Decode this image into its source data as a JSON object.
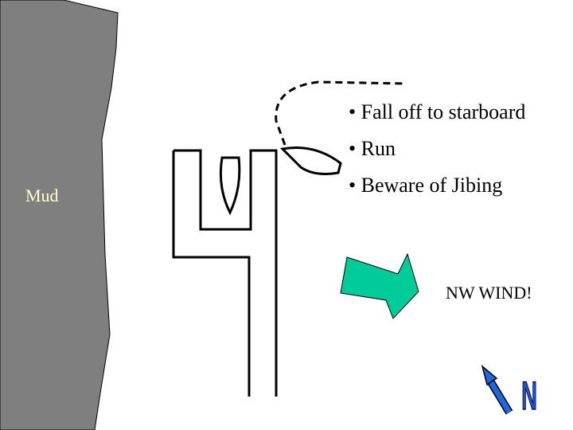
{
  "mud": {
    "label": "Mud",
    "color": "#7f7f7f",
    "label_color": "#ffffcc"
  },
  "instructions": {
    "items": [
      {
        "bullet": "•",
        "text": "Fall off to starboard"
      },
      {
        "bullet": "•",
        "text": "Run"
      },
      {
        "bullet": "•",
        "text": "Beware of Jibing"
      }
    ]
  },
  "wind": {
    "label": "NW WIND!",
    "arrow_color": "#00cc99"
  },
  "compass": {
    "letter": "N",
    "letter_color": "#1f4fd6",
    "arrow_color": "#1f66e0"
  }
}
